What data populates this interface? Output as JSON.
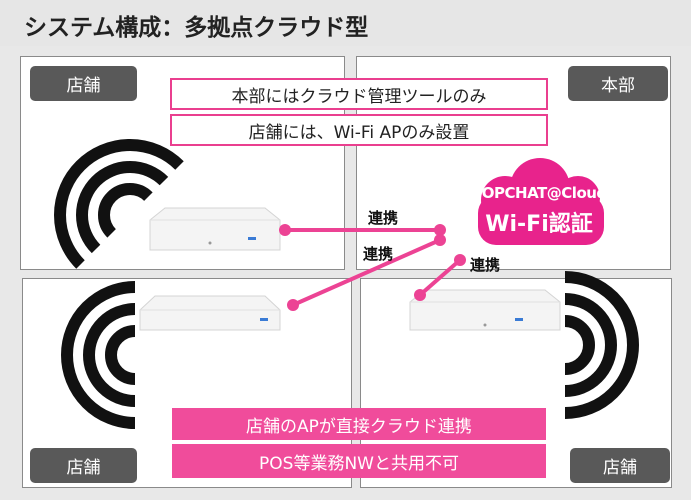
{
  "title": "システム構成：多拠点クラウド型",
  "tags": {
    "top_left": "店舗",
    "top_right": "本部",
    "bottom_left": "店舗",
    "bottom_right": "店舗"
  },
  "callouts": {
    "hq_only": "本部にはクラウド管理ツールのみ",
    "stores_ap": "店舗には、Wi-Fi APのみ設置"
  },
  "links": {
    "label_1": "連携",
    "label_2": "連携",
    "label_3": "連携"
  },
  "logo": {
    "line1": "POPCHAT@Cloud",
    "line2": "Wi-Fi認証"
  },
  "notes": {
    "direct": "店舗のAPが直接クラウド連携",
    "shared": "POS等業務NWと共用不可"
  },
  "colors": {
    "accent": "#f04c9b",
    "tag": "#595959"
  }
}
